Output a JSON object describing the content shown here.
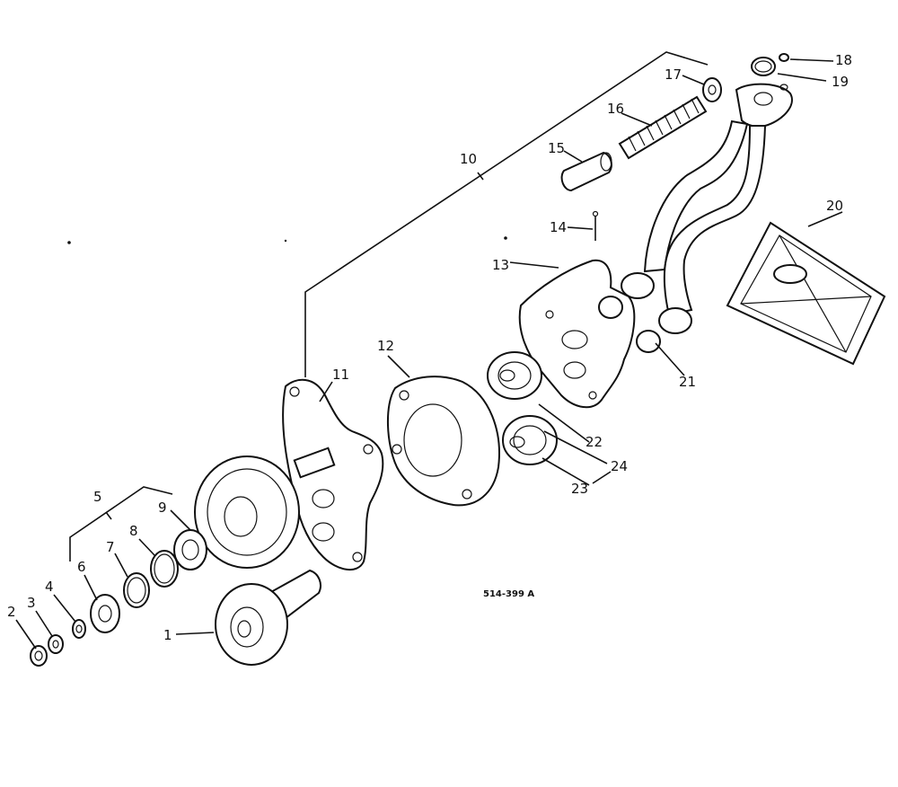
{
  "diagram": {
    "reference_code": "514-399 A",
    "callouts": [
      "1",
      "2",
      "3",
      "4",
      "5",
      "6",
      "7",
      "8",
      "9",
      "10",
      "11",
      "12",
      "13",
      "14",
      "15",
      "16",
      "17",
      "18",
      "19",
      "20",
      "21",
      "22",
      "23",
      "24"
    ]
  }
}
